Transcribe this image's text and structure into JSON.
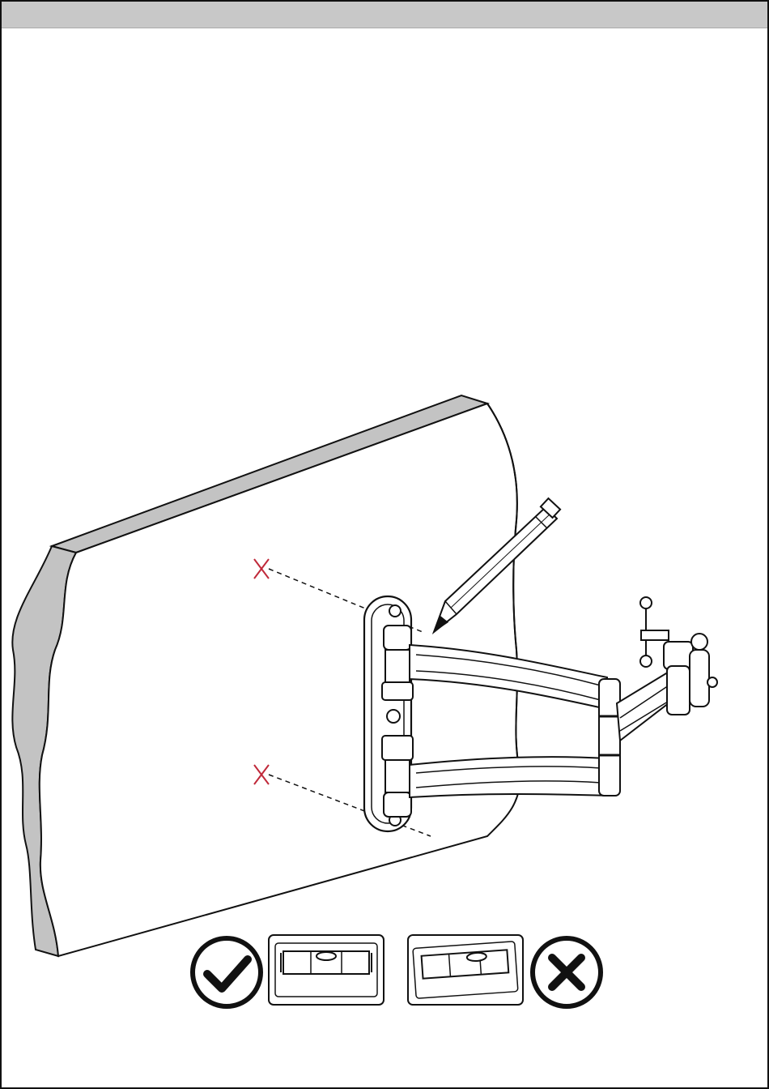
{
  "header": {
    "title": ""
  },
  "illustration": {
    "icons": [
      "wall-section",
      "wall-mount-bracket",
      "pencil-icon",
      "drill-mark-x-icon",
      "drill-mark-x-icon"
    ],
    "mark_color": "#c0293a",
    "wall_edge_color": "#c3c3c3"
  },
  "level_check": {
    "correct": {
      "icon": "check-circle-icon",
      "meaning": "level"
    },
    "incorrect": {
      "icon": "x-circle-icon",
      "meaning": "not-level"
    }
  }
}
